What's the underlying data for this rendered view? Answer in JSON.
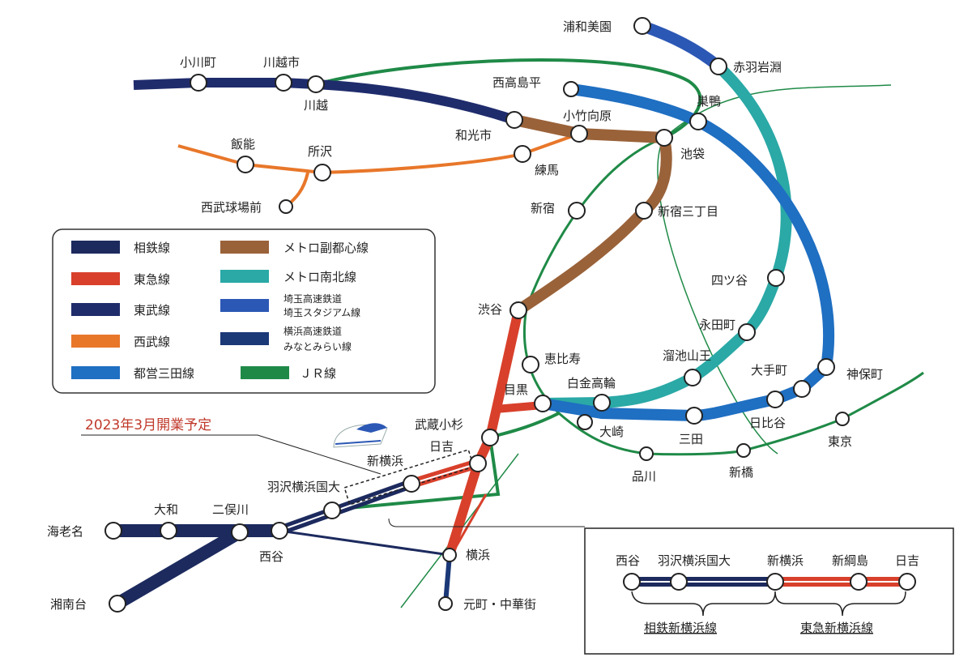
{
  "colors": {
    "sotetsu": "#1c2a5e",
    "tokyu": "#d8402b",
    "tobu": "#1f2c6c",
    "seibu": "#e8772a",
    "mita": "#1f6fc2",
    "fukutoshin": "#9a6239",
    "namboku": "#2aa9a6",
    "saitama": "#2c58b5",
    "minatomirai": "#1b3877",
    "jr": "#1f8a47"
  },
  "stations": {
    "ogawamachi": "小川町",
    "kawagoeshi": "川越市",
    "kawagoe": "川越",
    "wakoshi": "和光市",
    "kotakemukaihara": "小竹向原",
    "hanno": "飯能",
    "tokorozawa": "所沢",
    "seibukyujomae": "西武球場前",
    "nerima": "練馬",
    "urawamisono": "浦和美園",
    "akabaneiwabuchi": "赤羽岩淵",
    "nishitakashimadaira": "西高島平",
    "sugamo": "巣鴨",
    "ikebukuro": "池袋",
    "shinjuku": "新宿",
    "shinjukusanchome": "新宿三丁目",
    "yotsuya": "四ツ谷",
    "shibuya": "渋谷",
    "nagatacho": "永田町",
    "ebisu": "恵比寿",
    "tameikesanno": "溜池山王",
    "otemachi": "大手町",
    "jimbocho": "神保町",
    "meguro": "目黒",
    "shirokanetakanawa": "白金高輪",
    "mita": "三田",
    "hibiya": "日比谷",
    "musashikosugi": "武蔵小杉",
    "osaki": "大崎",
    "hiyoshi": "日吉",
    "shinagawa": "品川",
    "shimbashi": "新橋",
    "tokyo": "東京",
    "shinyokohama": "新横浜",
    "hazawayokohamakokudai": "羽沢横浜国大",
    "ebina": "海老名",
    "yamato": "大和",
    "futamatagawa": "二俣川",
    "nishiya": "西谷",
    "yokohama": "横浜",
    "shonandai": "湘南台",
    "motomachichukagai": "元町・中華街"
  },
  "legend": [
    {
      "label": "相鉄線"
    },
    {
      "label": "東急線"
    },
    {
      "label": "東武線"
    },
    {
      "label": "西武線"
    },
    {
      "label": "都営三田線"
    },
    {
      "label": "メトロ副都心線"
    },
    {
      "label": "メトロ南北線"
    },
    {
      "label": "埼玉高速鉄道",
      "label2": "埼玉スタジアム線"
    },
    {
      "label": "横浜高速鉄道",
      "label2": "みなとみらい線"
    },
    {
      "label": "ＪＲ線"
    }
  ],
  "annotation": "2023年3月開業予定",
  "inset": {
    "stations": [
      "西谷",
      "羽沢横浜国大",
      "新横浜",
      "新綱島",
      "日吉"
    ],
    "line1": "相鉄新横浜線",
    "line2": "東急新横浜線"
  }
}
